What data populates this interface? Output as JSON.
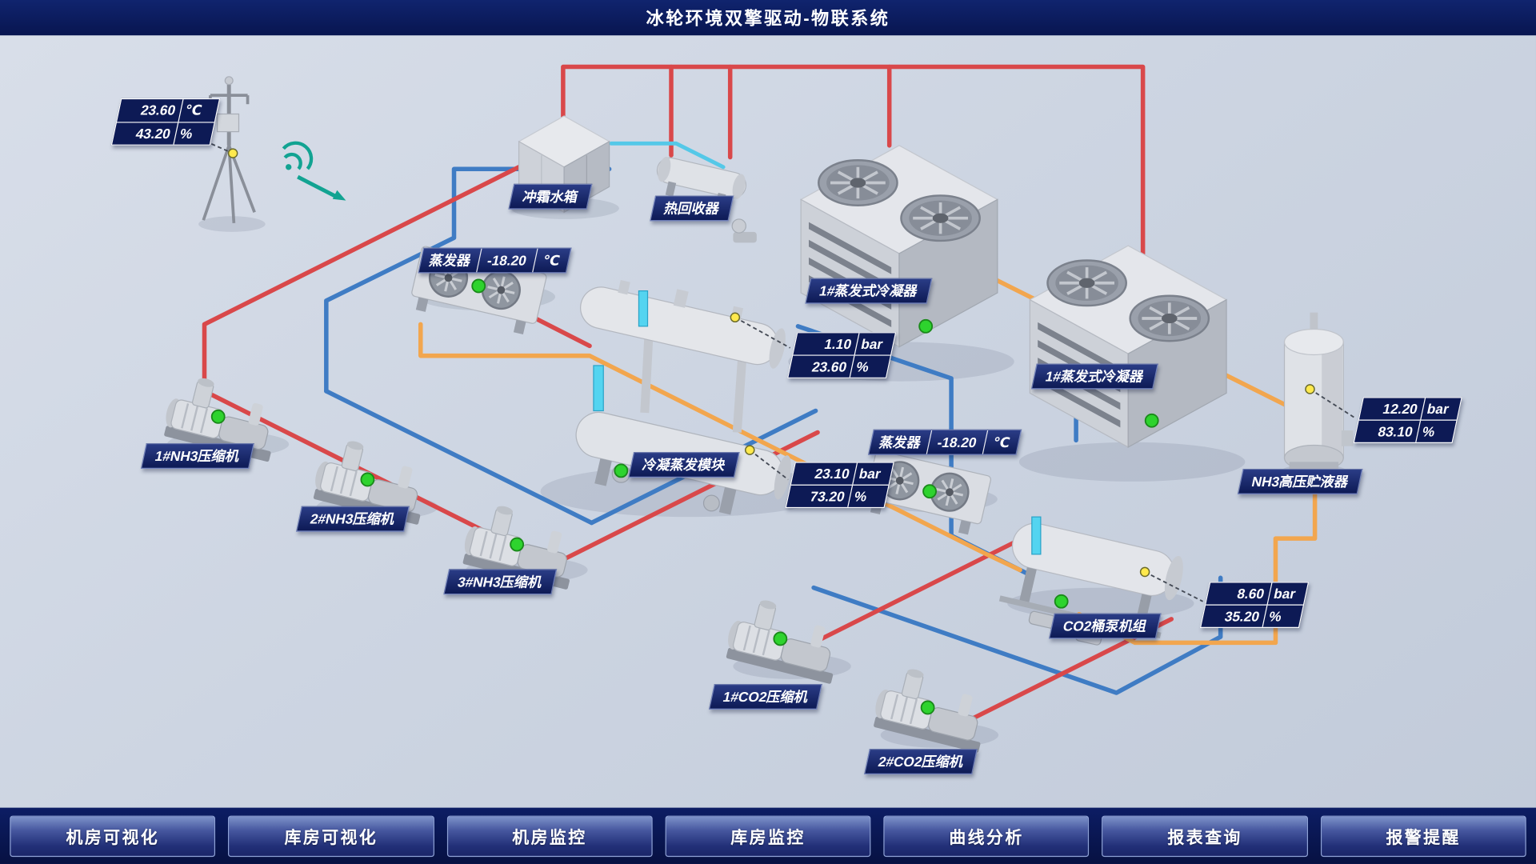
{
  "header": {
    "title": "冰轮环境双擎驱动-物联系统"
  },
  "equipment": {
    "defrost_tank": "冲霜水箱",
    "heat_recovery": "热回收器",
    "evaporator1": {
      "label": "蒸发器",
      "value": "-18.20",
      "unit": "℃"
    },
    "evaporator2": {
      "label": "蒸发器",
      "value": "-18.20",
      "unit": "℃"
    },
    "condenser1": "1#蒸发式冷凝器",
    "condenser2": "1#蒸发式冷凝器",
    "nh3_comp1": "1#NH3压缩机",
    "nh3_comp2": "2#NH3压缩机",
    "nh3_comp3": "3#NH3压缩机",
    "module": "冷凝蒸发模块",
    "nh3_receiver": "NH3高压贮液器",
    "co2_pump_unit": "CO2桶泵机组",
    "co2_comp1": "1#CO2压缩机",
    "co2_comp2": "2#CO2压缩机"
  },
  "readouts": {
    "weather": {
      "v1": "23.60",
      "u1": "℃",
      "v2": "43.20",
      "u2": "%"
    },
    "module_top": {
      "v1": "1.10",
      "u1": "bar",
      "v2": "23.60",
      "u2": "%"
    },
    "module_bottom": {
      "v1": "23.10",
      "u1": "bar",
      "v2": "73.20",
      "u2": "%"
    },
    "receiver": {
      "v1": "12.20",
      "u1": "bar",
      "v2": "83.10",
      "u2": "%"
    },
    "co2_pump": {
      "v1": "8.60",
      "u1": "bar",
      "v2": "35.20",
      "u2": "%"
    }
  },
  "nav": [
    {
      "label": "机房可视化"
    },
    {
      "label": "库房可视化"
    },
    {
      "label": "机房监控"
    },
    {
      "label": "库房监控"
    },
    {
      "label": "曲线分析"
    },
    {
      "label": "报表查询"
    },
    {
      "label": "报警提醒"
    }
  ],
  "colors": {
    "pipe_hot_red": "#d9484a",
    "pipe_cold_blue": "#3f7cc4",
    "pipe_co2_orange": "#f2a64e",
    "pipe_water_cyan": "#54c8e8",
    "wifi_teal": "#12a392",
    "panel_navy": "#0d1a55",
    "status_ok_green": "#2ed32e",
    "indicator_yellow": "#ffe94d"
  }
}
